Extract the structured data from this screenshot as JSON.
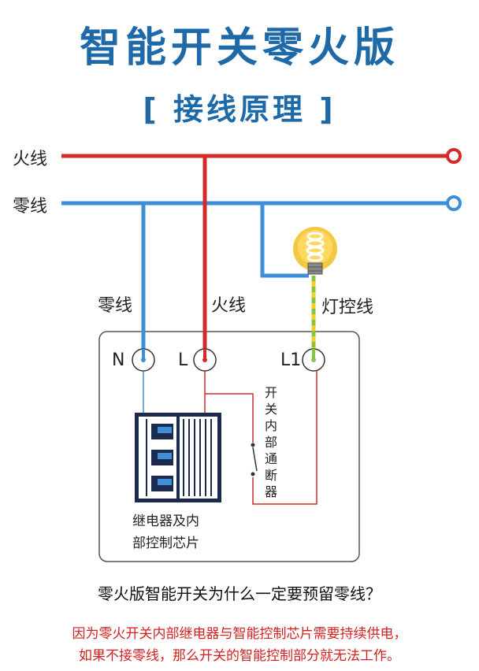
{
  "header": {
    "title": "智能开关零火版",
    "subtitle": "[ 接线原理 ]"
  },
  "lines": {
    "live": "火线",
    "neutral": "零线",
    "live_drop": "火线",
    "neutral_drop": "零线",
    "lamp_control": "灯控线"
  },
  "terminals": {
    "n": "N",
    "l": "L",
    "l1": "L1"
  },
  "switch_text": [
    "开",
    "关",
    "内",
    "部",
    "通",
    "断",
    "器"
  ],
  "relay_label_line1": "继电器及内",
  "relay_label_line2": "部控制芯片",
  "question": "零火版智能开关为什么一定要预留零线？",
  "answer_line1": "因为零火开关内部继电器与智能控制芯片需要持续供电，",
  "answer_line2": "如果不接零线，那么开关的智能控制部分就无法工作。",
  "colors": {
    "live": "#d42a2a",
    "neutral": "#3d8fd8",
    "title": "#1e6aa8",
    "relay": "#1c2a4d",
    "bulb": "#f5c842",
    "ground": "#8bc34a"
  }
}
